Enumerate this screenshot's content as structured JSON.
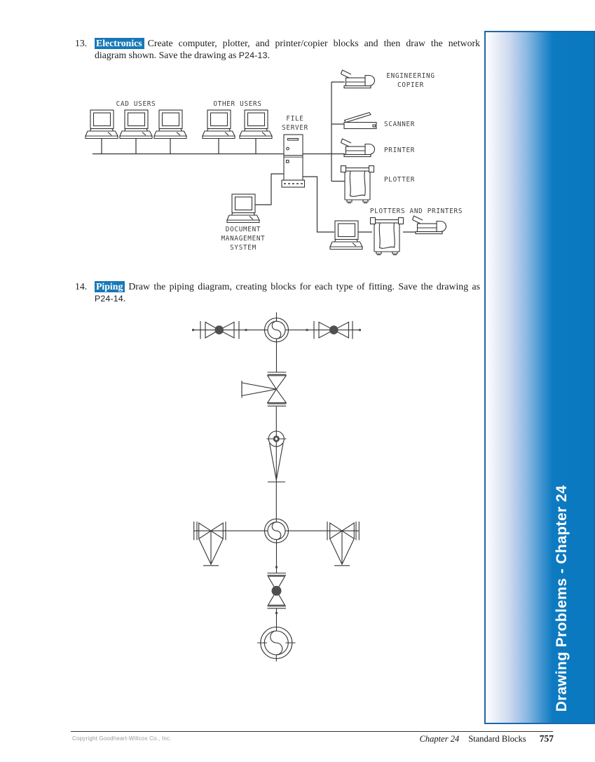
{
  "problems": [
    {
      "number": "13.",
      "tag": "Electronics",
      "body": "Create computer, plotter, and printer/copier blocks and then draw the network diagram shown. Save the drawing as ",
      "filename": "P24-13",
      "period": "."
    },
    {
      "number": "14.",
      "tag": "Piping",
      "body": "Draw the piping diagram, creating blocks for each type of fitting. Save the drawing as ",
      "filename": "P24-14",
      "period": "."
    }
  ],
  "network": {
    "labels": {
      "cad_users": "CAD USERS",
      "other_users": "OTHER USERS",
      "file_server": [
        "FILE",
        "SERVER"
      ],
      "engineering_copier": [
        "ENGINEERING",
        "COPIER"
      ],
      "scanner": "SCANNER",
      "printer": "PRINTER",
      "plotter": "PLOTTER",
      "plotters_and_printers": "PLOTTERS AND PRINTERS",
      "document_management_system": [
        "DOCUMENT",
        "MANAGEMENT",
        "SYSTEM"
      ]
    }
  },
  "sidebar": {
    "label": "Drawing Problems - Chapter 24"
  },
  "footer": {
    "copyright": "Copyright Goodheart-Willcox Co., Inc.",
    "chapter": "Chapter 24",
    "section": "Standard Blocks",
    "page": "757"
  },
  "colors": {
    "highlight": "#1878b7",
    "sidebar_blue": "#0878c0",
    "line": "#333333",
    "valve_fill": "#4f4f4f"
  }
}
